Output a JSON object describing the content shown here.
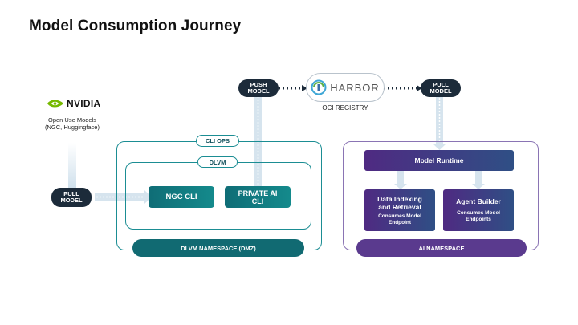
{
  "title": "Model Consumption Journey",
  "nvidia": {
    "logo_text": "NVIDIA",
    "sub_line1": "Open Use Models",
    "sub_line2": "(NGC, Huggingface)"
  },
  "harbor": {
    "logo_text": "HARBOR",
    "registry_label": "OCI REGISTRY"
  },
  "push_model": {
    "line1": "PUSH",
    "line2": "MODEL"
  },
  "pull_model_right": {
    "line1": "PULL",
    "line2": "MODEL"
  },
  "pull_model_left": {
    "line1": "PULL",
    "line2": "MODEL"
  },
  "dmz": {
    "cli_ops": "CLI OPS",
    "dlvm": "DLVM",
    "ngc_cli": "NGC CLI",
    "private_ai_cli_line1": "PRIVATE AI",
    "private_ai_cli_line2": "CLI",
    "namespace": "DLVM NAMESPACE (DMZ)"
  },
  "ai": {
    "model_runtime": "Model Runtime",
    "data_indexing_line1": "Data Indexing",
    "data_indexing_line2": "and Retrieval",
    "data_indexing_sub1": "Consumes Model",
    "data_indexing_sub2": "Endpoint",
    "agent_builder": "Agent Builder",
    "agent_builder_sub1": "Consumes Model",
    "agent_builder_sub2": "Endpoints",
    "namespace": "AI NAMESPACE"
  },
  "colors": {
    "teal": "#148a8c",
    "purple": "#4f2a82",
    "dark_pill": "#1c2b3a",
    "nvidia_green": "#76b900",
    "flow_light": "#d6e4ee"
  }
}
